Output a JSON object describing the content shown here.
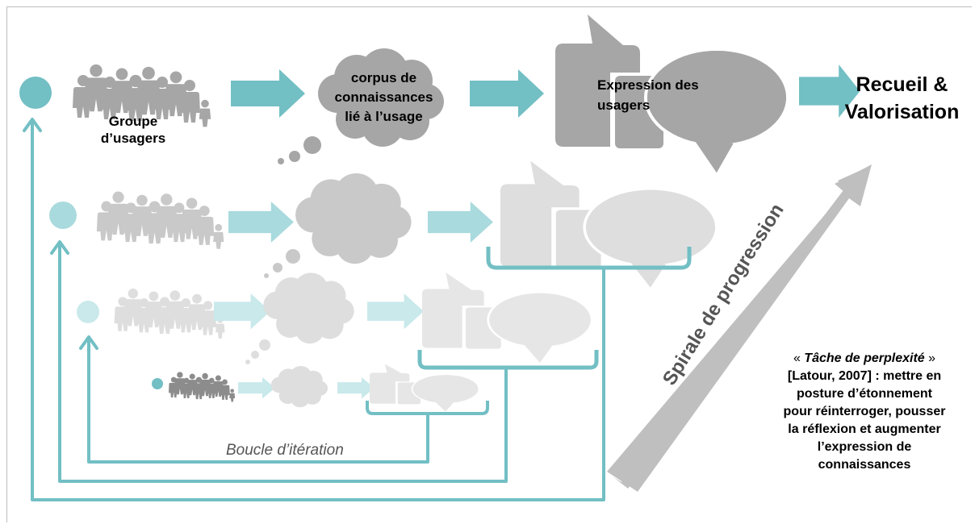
{
  "labels": {
    "groupe_line1": "Groupe",
    "groupe_line2": "d’usagers",
    "corpus_line1": "corpus de",
    "corpus_line2": "connaissances",
    "corpus_line3": "lié à l’usage",
    "expression_line1": "Expression des",
    "expression_line2": "usagers",
    "recueil_line1": "Recueil &",
    "recueil_line2": "Valorisation",
    "boucle": "Boucle d’itération",
    "spirale": "Spirale de progression"
  },
  "note": {
    "open_quote": "« ",
    "title": "Tâche de perplexité",
    "close_quote": " »",
    "line2": "[Latour, 2007] : mettre en",
    "line3": "posture d’étonnement",
    "line4": "pour réinterroger, pousser",
    "line5": "la réflexion et augmenter",
    "line6": "l’expression de",
    "line7": "connaissances"
  },
  "colors": {
    "teal": "#72bfc4",
    "teal_light": "#a9dadd",
    "teal_lighter": "#c9e9eb",
    "gray_dark": "#a6a6a6",
    "gray_mid": "#c9c9c9",
    "gray_light": "#dedede",
    "gray_lighter": "#e6e6e6",
    "progression_arrow": "#bfbfbf"
  }
}
